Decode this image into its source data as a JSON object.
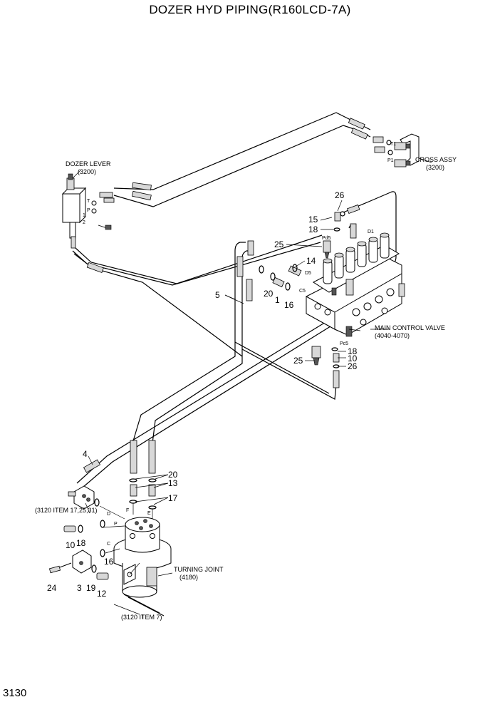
{
  "title": "DOZER HYD PIPING(R160LCD-7A)",
  "page_number": "3130",
  "annotations": {
    "dozer_lever": "DOZER LEVER",
    "dozer_lever_ref": "(3200)",
    "cross_assy": "CROSS ASSY",
    "cross_assy_ref": "(3200)",
    "main_control_valve": "MAIN CONTROL VALVE",
    "main_control_valve_ref": "(4040-4070)",
    "turning_joint": "TURNING JOINT",
    "turning_joint_ref": "(4180)",
    "item_ref_1": "(3120 ITEM 17,25,31)",
    "item_ref_2": "(3120 ITEM 7)"
  },
  "ports": {
    "pd5": "Pd5",
    "pc5": "Pc5",
    "d1": "D1",
    "d5": "D5",
    "c5": "C5",
    "t1": "T1",
    "p1": "P1",
    "t": "T",
    "p": "P",
    "one": "1",
    "two": "2",
    "D": "D",
    "F": "F",
    "E": "E",
    "C": "C",
    "P2": "P"
  },
  "callouts": [
    "26",
    "15",
    "18",
    "25",
    "14",
    "20",
    "1",
    "16",
    "5",
    "18",
    "10",
    "26",
    "25",
    "4",
    "20",
    "13",
    "17",
    "18",
    "10",
    "16",
    "3",
    "19",
    "12",
    "24"
  ]
}
